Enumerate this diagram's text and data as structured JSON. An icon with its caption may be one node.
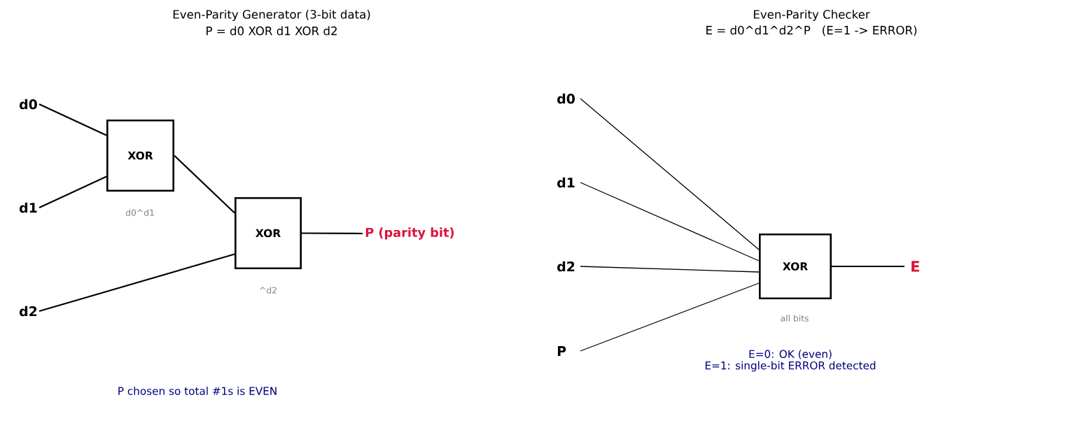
{
  "diagram": {
    "nodes": [
      {
        "text": [
          "d0"
        ]
      },
      {
        "text": [
          "d1"
        ]
      },
      {
        "text": [
          "d2"
        ]
      },
      {
        "text": [
          "XOR"
        ],
        "beside": [
          "d0^d1"
        ]
      },
      {
        "text": [
          "XOR"
        ],
        "beside": [
          "^d2"
        ]
      },
      {
        "text": [
          "P (parity bit)"
        ]
      },
      {
        "text": [
          "d0"
        ]
      },
      {
        "text": [
          "d1"
        ]
      },
      {
        "text": [
          "d2"
        ]
      },
      {
        "text": [
          "P"
        ]
      },
      {
        "text": [
          "XOR"
        ],
        "beside": [
          "all bits"
        ]
      },
      {
        "text": [
          "E"
        ]
      }
    ],
    "edges": [
      {
        "from": 0,
        "to": 3,
        "arrow": "none"
      },
      {
        "from": 1,
        "to": 3,
        "arrow": "none"
      },
      {
        "from": 3,
        "to": 4,
        "arrow": "none"
      },
      {
        "from": 2,
        "to": 4,
        "arrow": "none"
      },
      {
        "from": 4,
        "to": 5,
        "arrow": "none"
      },
      {
        "from": 6,
        "to": 10,
        "arrow": "none"
      },
      {
        "from": 7,
        "to": 10,
        "arrow": "none"
      },
      {
        "from": 8,
        "to": 10,
        "arrow": "none"
      },
      {
        "from": 9,
        "to": 10,
        "arrow": "none"
      },
      {
        "from": 10,
        "to": 11,
        "arrow": "none"
      }
    ],
    "labels": [
      "Even-Parity Generator (3-bit data)",
      "P = d0 XOR d1 XOR d2",
      "Even-Parity Checker",
      "E = d0^d1^d2^P   (E=1 -> ERROR)",
      "P chosen so total #1s is EVEN",
      "E=0: OK (even)",
      "E=1: single-bit ERROR detected"
    ]
  }
}
